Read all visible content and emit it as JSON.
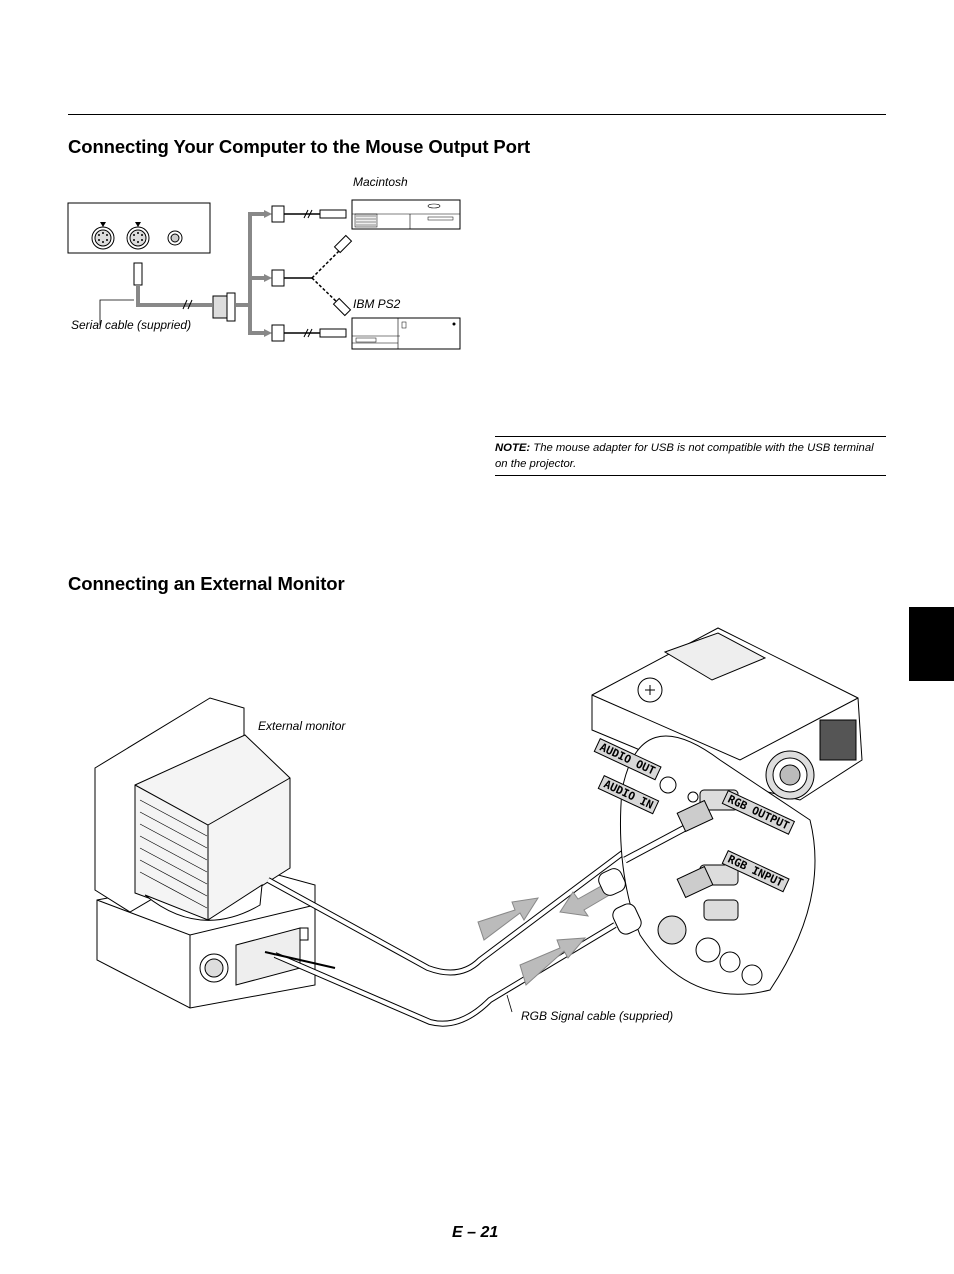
{
  "section1": {
    "title": "Connecting Your Computer to the Mouse Output Port",
    "labels": {
      "macintosh": "Macintosh",
      "ibm": "IBM PS2",
      "serial": "Serial cable (suppried)"
    }
  },
  "note": {
    "prefix": "NOTE:",
    "text": "The mouse adapter for USB is not compatible with the USB terminal on the projector."
  },
  "section2": {
    "title": "Connecting an External Monitor",
    "labels": {
      "external_monitor": "External monitor",
      "rgb_cable": "RGB Signal cable (suppried)",
      "audio_out": "AUDIO OUT",
      "audio_in": "AUDIO IN",
      "rgb_output": "RGB OUTPUT",
      "rgb_input": "RGB INPUT"
    }
  },
  "page_number": "E – 21"
}
